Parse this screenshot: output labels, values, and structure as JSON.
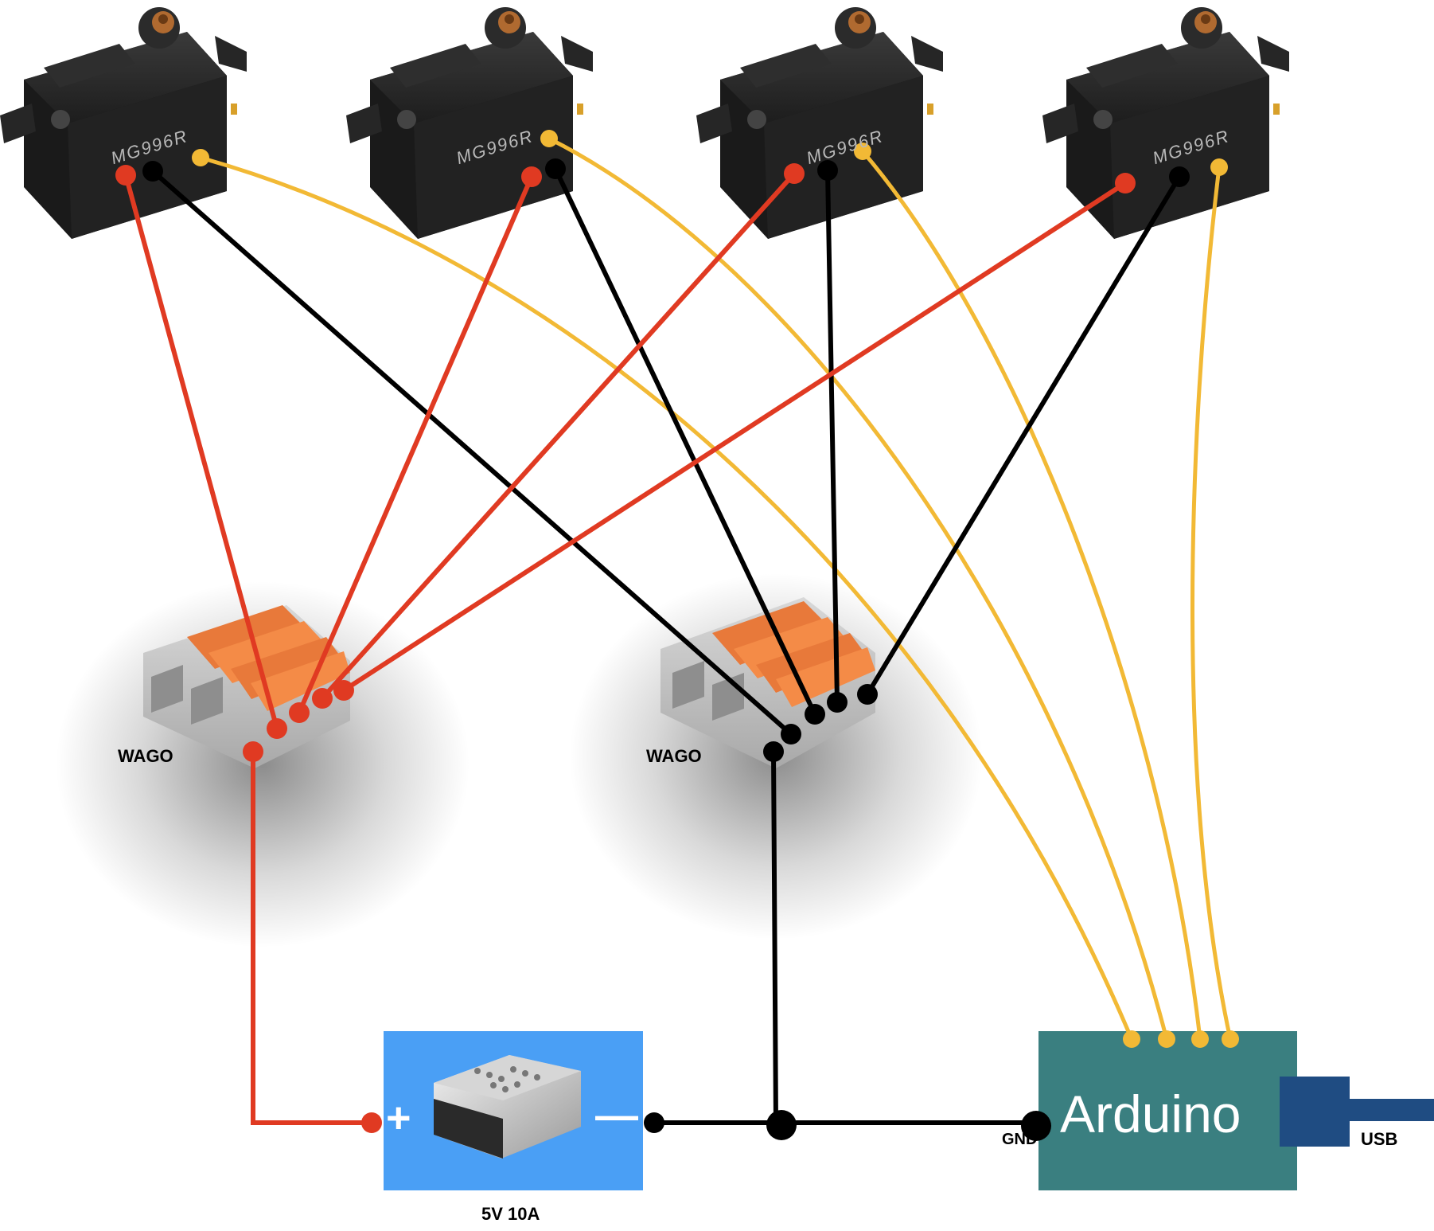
{
  "servos": [
    {
      "model": "MG996R"
    },
    {
      "model": "MG996R"
    },
    {
      "model": "MG996R"
    },
    {
      "model": "MG996R"
    }
  ],
  "wago_left": {
    "label": "WAGO"
  },
  "wago_right": {
    "label": "WAGO"
  },
  "power_supply": {
    "label": "5V 10A",
    "plus_sign": "+",
    "minus_sign": "—",
    "color": "#4a9ff5"
  },
  "arduino": {
    "title": "Arduino",
    "gnd_label": "GND",
    "usb_label": "USB",
    "color": "#3a7f80",
    "usb_color": "#1f4c82"
  },
  "wire_colors": {
    "power": "#e03a22",
    "ground": "#000000",
    "signal": "#f2b935"
  }
}
